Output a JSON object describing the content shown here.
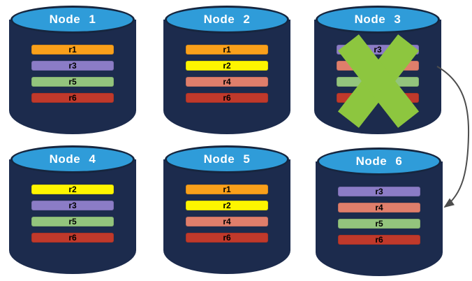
{
  "colors": {
    "cylinder_body": "#1c2b4d",
    "cylinder_top": "#2f9cd9"
  },
  "nodes": [
    {
      "title": "Node 1",
      "replicas": [
        {
          "label": "r1",
          "color": "#f9a01b"
        },
        {
          "label": "r3",
          "color": "#8b7cc6"
        },
        {
          "label": "r5",
          "color": "#93c47d"
        },
        {
          "label": "r6",
          "color": "#c0392b"
        }
      ]
    },
    {
      "title": "Node 2",
      "replicas": [
        {
          "label": "r1",
          "color": "#f9a01b"
        },
        {
          "label": "r2",
          "color": "#fdf500"
        },
        {
          "label": "r4",
          "color": "#df7e6b"
        },
        {
          "label": "r6",
          "color": "#c0392b"
        }
      ]
    },
    {
      "title": "Node 3",
      "replicas": [
        {
          "label": "r3",
          "color": "#8b7cc6"
        },
        {
          "label": "r4",
          "color": "#df7e6b"
        },
        {
          "label": "r5",
          "color": "#93c47d"
        },
        {
          "label": "r6",
          "color": "#c0392b"
        }
      ]
    },
    {
      "title": "Node 4",
      "replicas": [
        {
          "label": "r2",
          "color": "#fdf500"
        },
        {
          "label": "r3",
          "color": "#8b7cc6"
        },
        {
          "label": "r5",
          "color": "#93c47d"
        },
        {
          "label": "r6",
          "color": "#c0392b"
        }
      ]
    },
    {
      "title": "Node 5",
      "replicas": [
        {
          "label": "r1",
          "color": "#f9a01b"
        },
        {
          "label": "r2",
          "color": "#fdf500"
        },
        {
          "label": "r4",
          "color": "#df7e6b"
        },
        {
          "label": "r6",
          "color": "#c0392b"
        }
      ]
    },
    {
      "title": "Node 6",
      "replicas": [
        {
          "label": "r3",
          "color": "#8b7cc6"
        },
        {
          "label": "r4",
          "color": "#df7e6b"
        },
        {
          "label": "r5",
          "color": "#93c47d"
        },
        {
          "label": "r6",
          "color": "#c0392b"
        }
      ]
    }
  ],
  "failure_mark": {
    "on_node": "Node 3",
    "color": "#8dc63f"
  },
  "arrow": {
    "from": "Node 3",
    "to": "Node 6",
    "color": "#4d4d4d"
  }
}
